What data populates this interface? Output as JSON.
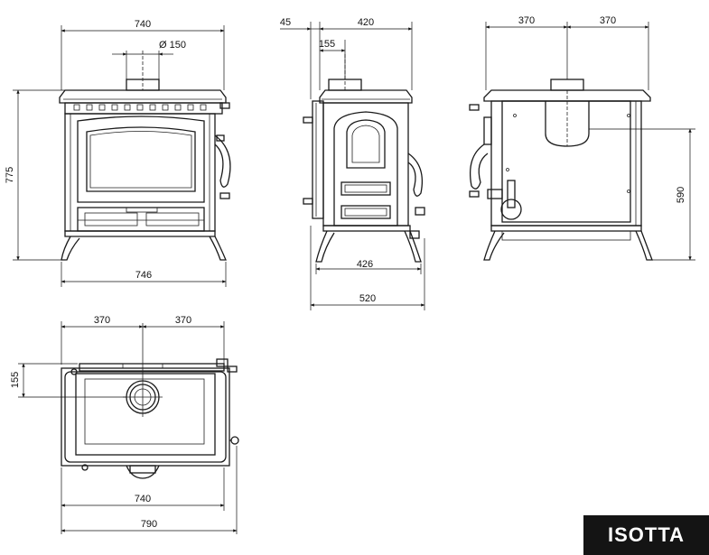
{
  "product_name": "ISOTTA",
  "dimensions": {
    "front_width_top": "740",
    "flue_diameter": "Ø 150",
    "height": "775",
    "front_width_base": "746",
    "side_offset": "45",
    "side_depth_top": "420",
    "side_flue_offset": "155",
    "side_leg_span": "426",
    "side_depth_total": "520",
    "rear_half_left": "370",
    "rear_half_right": "370",
    "rear_flue_height": "590",
    "top_half_left": "370",
    "top_half_right": "370",
    "top_flue_offset": "155",
    "top_width_body": "740",
    "top_width_total": "790"
  }
}
